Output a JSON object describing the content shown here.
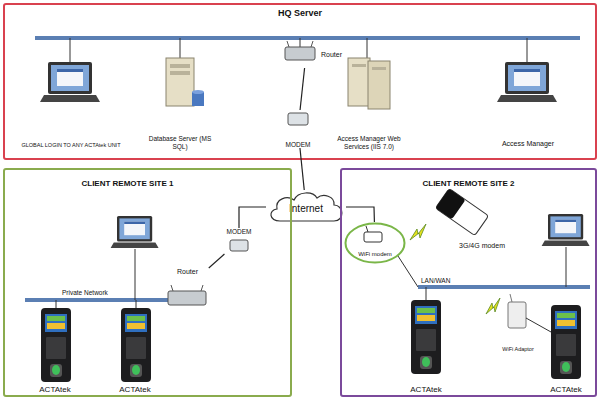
{
  "diagram": {
    "nodes": [
      {
        "text": [
          "HQ Server"
        ]
      },
      {
        "text": [
          "GLOBAL LOGIN TO ANY ACTAtek UNIT"
        ],
        "in": 0
      },
      {
        "text": [
          "Database Server (MS SQL)"
        ],
        "in": 0
      },
      {
        "text": [
          "Router"
        ],
        "in": 0
      },
      {
        "text": [
          "MODEM"
        ],
        "in": 0
      },
      {
        "text": [
          "Access Manager Web Services (IIS 7.0)"
        ],
        "in": 0
      },
      {
        "text": [
          "Access Manager"
        ],
        "in": 0
      },
      {
        "text": [
          "Internet"
        ]
      },
      {
        "text": [
          "CLIENT REMOTE SITE 1"
        ]
      },
      {
        "text": [
          "MODEM"
        ],
        "in": 8
      },
      {
        "text": [
          "Router"
        ],
        "in": 8
      },
      {
        "text": [
          "ACTAtek"
        ],
        "in": 8
      },
      {
        "text": [
          "ACTAtek"
        ],
        "in": 8
      },
      {
        "text": [
          "CLIENT REMOTE SITE 2"
        ]
      },
      {
        "text": [
          "WiFi modem"
        ],
        "in": 13
      },
      {
        "text": [
          "3G/4G modem"
        ],
        "in": 13
      },
      {
        "text": [
          "WiFi Adaptor"
        ],
        "in": 13
      },
      {
        "text": [
          "ACTAtek"
        ],
        "in": 13
      },
      {
        "text": [
          "ACTAtek"
        ],
        "in": 13
      }
    ],
    "edges": [
      {
        "from": 3,
        "to": 4,
        "arrow": "none"
      },
      {
        "from": 4,
        "to": 7,
        "arrow": "none"
      },
      {
        "from": 7,
        "to": 9,
        "arrow": "none"
      },
      {
        "from": 9,
        "to": 10,
        "arrow": "none"
      },
      {
        "from": 7,
        "to": 14,
        "arrow": "none"
      }
    ],
    "labels": [
      "Private Network",
      "LAN/WAN"
    ]
  }
}
